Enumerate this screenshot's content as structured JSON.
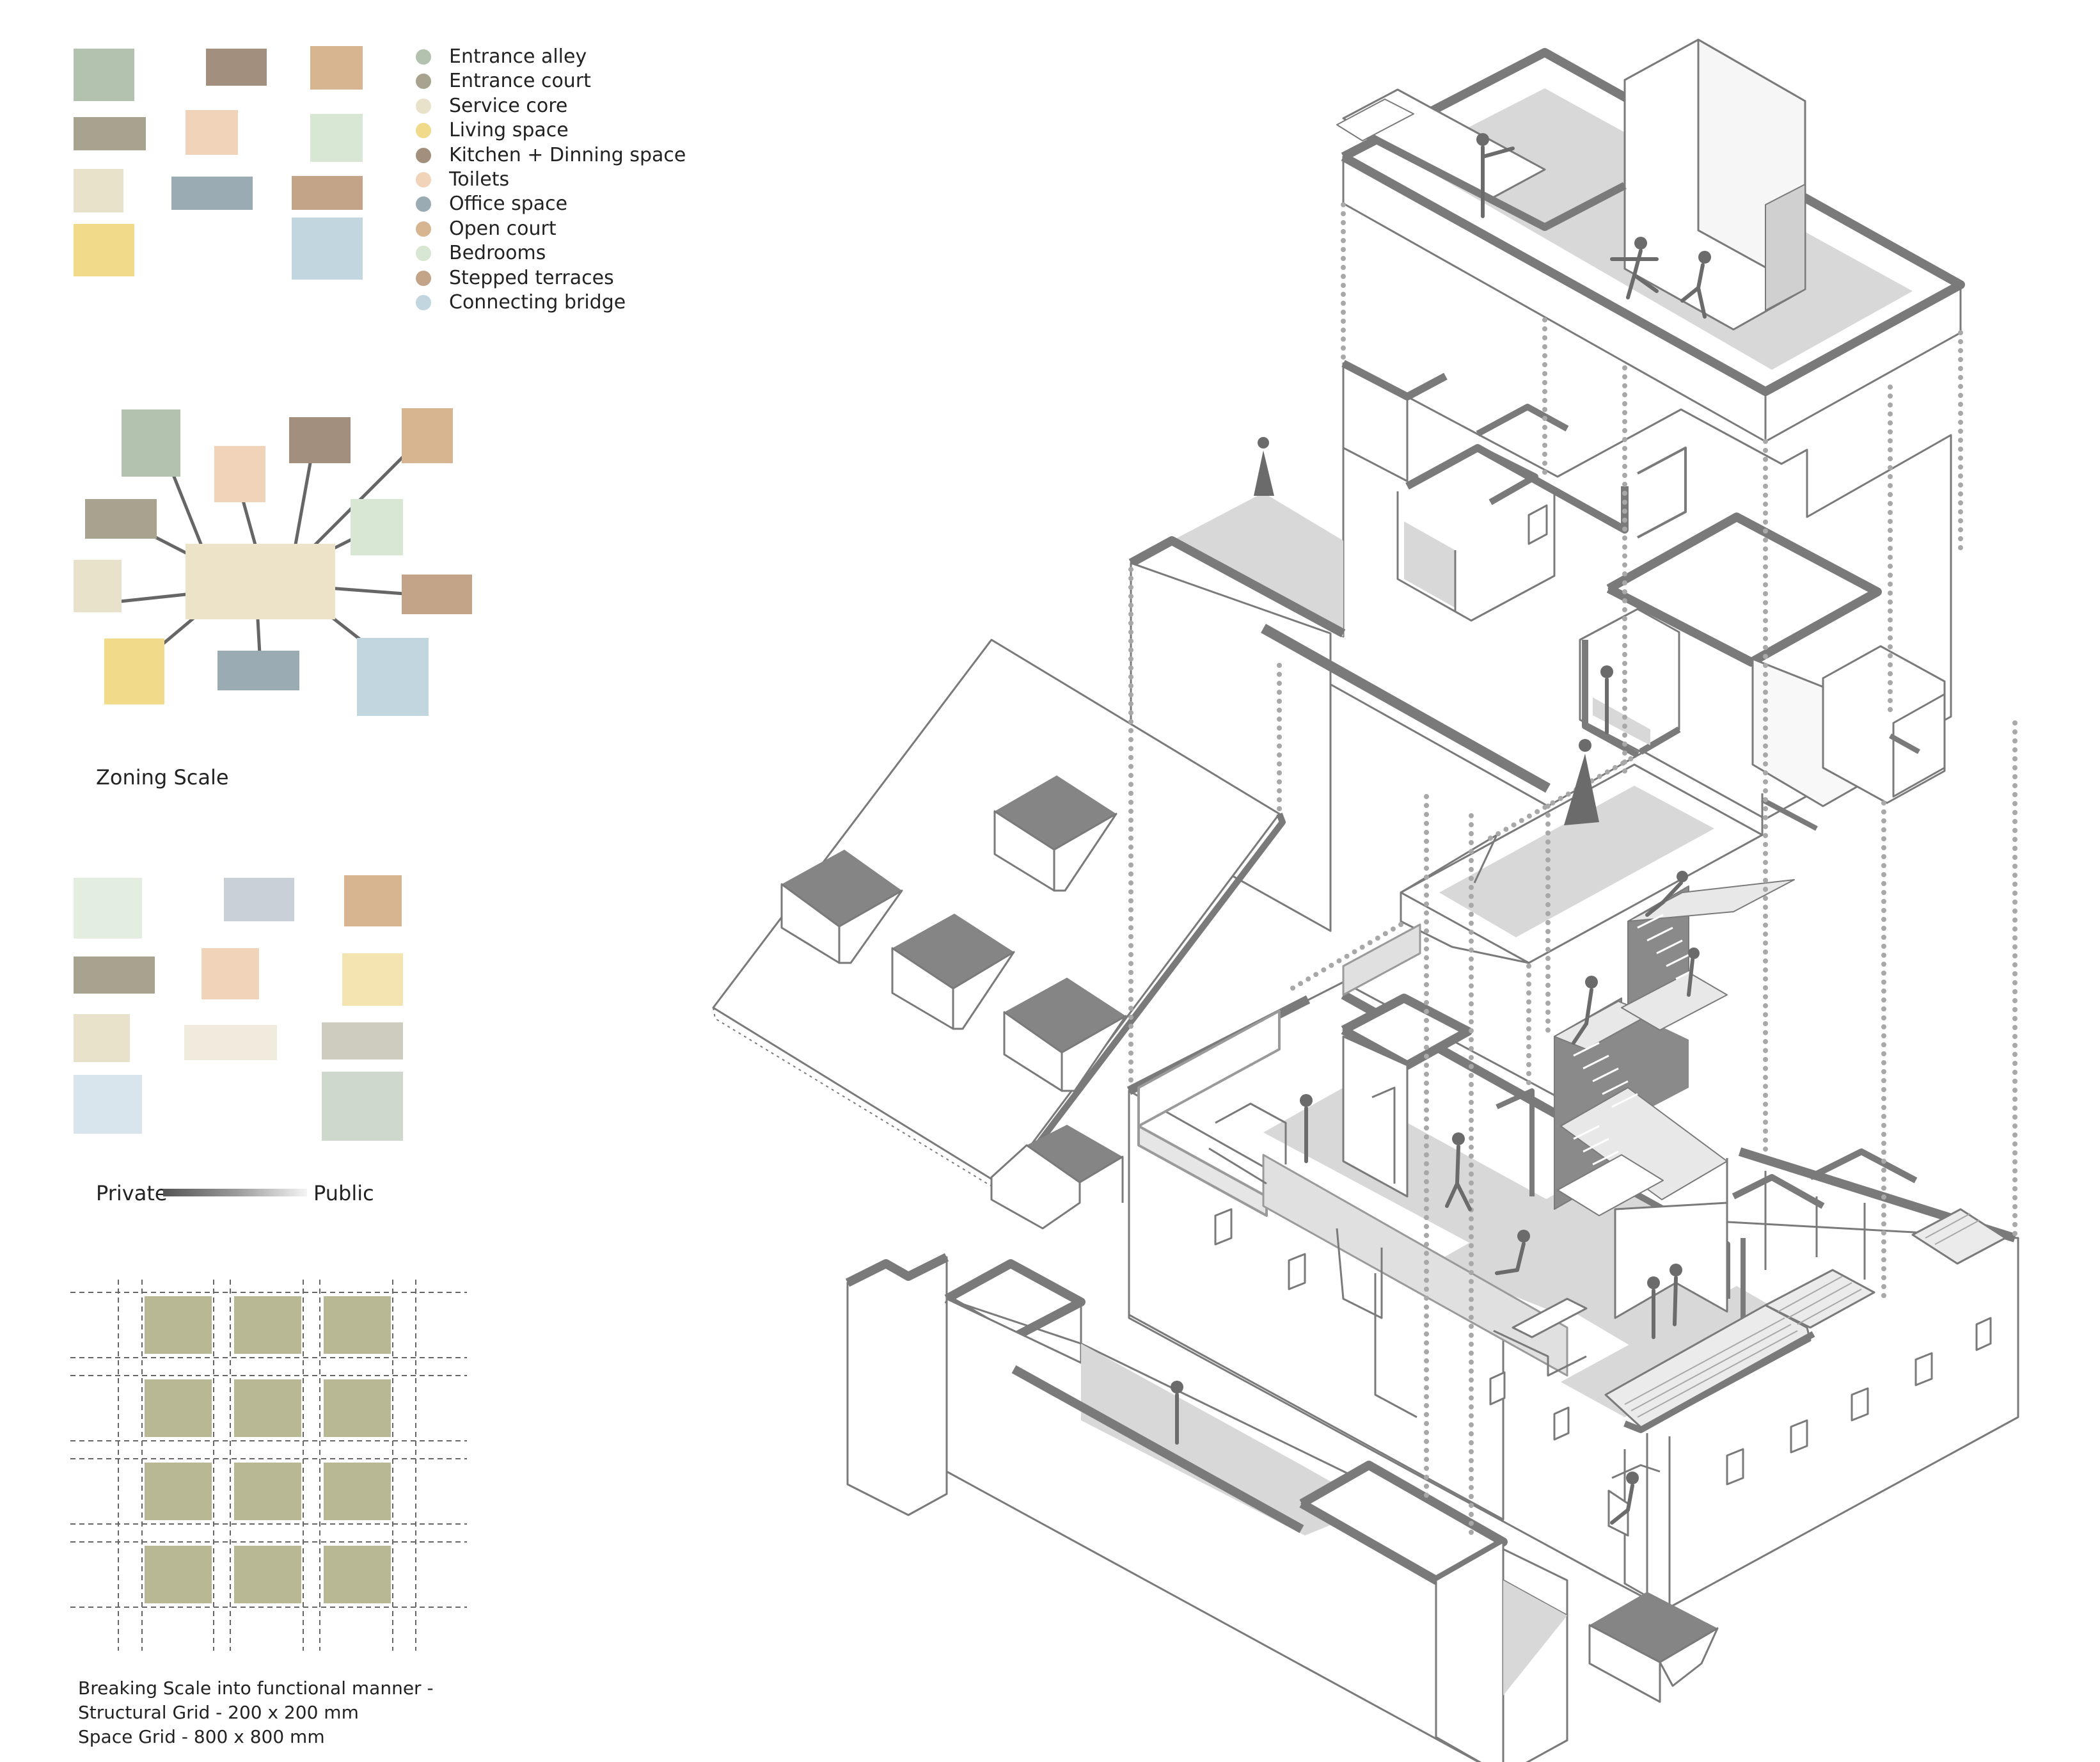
{
  "legend": {
    "items": [
      {
        "label": "Entrance alley",
        "color": "#b3c2ae"
      },
      {
        "label": "Entrance court",
        "color": "#a8a38e"
      },
      {
        "label": "Service core",
        "color": "#e9e2cb"
      },
      {
        "label": "Living space",
        "color": "#f1da8a"
      },
      {
        "label": "Kitchen + Dinning space",
        "color": "#a38f7e"
      },
      {
        "label": "Toilets",
        "color": "#f0d3b8"
      },
      {
        "label": "Office space",
        "color": "#9aabb3"
      },
      {
        "label": "Open court",
        "color": "#d7b591"
      },
      {
        "label": "Bedrooms",
        "color": "#d7e7d3"
      },
      {
        "label": "Stepped terraces",
        "color": "#c4a489"
      },
      {
        "label": "Connecting bridge",
        "color": "#c2d6df"
      }
    ]
  },
  "zoning": {
    "caption": "Zoning Scale",
    "hub_color": "#ece3c8",
    "line_color": "#666666"
  },
  "gradient_scale": {
    "left_label": "Private",
    "right_label": "Public"
  },
  "grid_diagram": {
    "cell_color": "#b8b994",
    "rows": 4,
    "cols": 3,
    "notes": [
      "Breaking Scale into functional manner -",
      "Structural Grid - 200 x 200 mm",
      "Space Grid - 800 x 800 mm"
    ]
  },
  "axonometric": {
    "wall_color": "#7a7a7a",
    "floor_color": "#d8d8d8",
    "dark_color": "#8a8a8a",
    "figure_color": "#6b6b6b"
  }
}
